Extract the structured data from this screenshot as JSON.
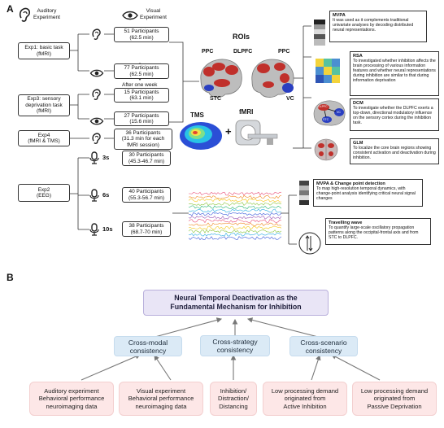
{
  "panel_a": {
    "label": "A",
    "auditory_header": "Auditory\nExperiment",
    "visual_header": "Visual\nExperiment",
    "rois_title": "ROIs",
    "roi_labels": {
      "ppc_left": "PPC",
      "dlpfc": "DLPFC",
      "ppc_right": "PPC",
      "stc": "STC",
      "vc": "VC"
    },
    "exp1": {
      "label": "Exp1: basic task\n(fMRI)",
      "aud": "51 Participants\n(62.5 min)",
      "vis": "77 Participants\n(62.5 min)"
    },
    "after_week": "After one week",
    "exp3": {
      "label": "Exp3: sensory\ndeprivation task\n(fMRI)",
      "aud": "15 Participants\n(63.1 min)",
      "vis": "27 Participants\n(15.6 min)"
    },
    "exp4": {
      "label": "Exp4\n(fMRI & TMS)",
      "participants": "36 Participants\n(31.3 min for each\nfMRI session)",
      "tms": "TMS",
      "fmri": "fMRI",
      "plus": "+"
    },
    "exp2": {
      "label": "Exp2\n(EEG)",
      "rows": [
        {
          "dur": "3s",
          "participants": "30 Participants\n(45.3-46.7 min)"
        },
        {
          "dur": "6s",
          "participants": "40 Participants\n(55.3-56.7 min)"
        },
        {
          "dur": "10s",
          "participants": "38 Participants\n(68.7-70 min)"
        }
      ]
    },
    "analyses": [
      {
        "title": "MVPA",
        "text": "It was used as it complements traditional univariate analyses by decoding distributed neural representations."
      },
      {
        "title": "RSA",
        "text": "To investigated whether inhibition affects the brain processing of various information features and whether neural representations during inhibition are similar to that during information deprivation"
      },
      {
        "title": "DCM",
        "text": "To investigate whether the DLPFC exerts a top-down, directional modulatory influence on the sensory cortex during the inhibition task."
      },
      {
        "title": "GLM",
        "text": "To localize the core brain regions showing consistent activation and deactivation during inhibition."
      },
      {
        "title": "MVPA & Change point detection",
        "text": "To map high-resolution temporal dynamics, with change-point analysis identifying critical neural signal changes"
      },
      {
        "title": "Travelling wave",
        "text": "To quantify large-scale oscillatory propagation patterns along the occipital-frontal axis and from STC to DLPFC."
      }
    ],
    "dcm_labels": {
      "dlpfc": "DLPFC",
      "vc": "VC",
      "stc": "STC"
    },
    "colors": {
      "roi_red": "#c0302b",
      "roi_blue": "#2a3fc1"
    }
  },
  "panel_b": {
    "label": "B",
    "top": "Neural Temporal Deactivation as the\nFundamental Mechanism for Inhibition",
    "mid": [
      "Cross-modal\nconsistency",
      "Cross-strategy\nconsistency",
      "Cross-scenario\nconsistency"
    ],
    "bottom": [
      "Auditory experiment\nBehavioral performance\nneuroimaging data",
      "Visual experiment\nBehavioral performance\nneuroimaging data",
      "Inhibition/\nDistraction/\nDistancing",
      "Low processing demand\noriginated from\nActive Inhibition",
      "Low processing demand\noriginated from\nPassive Deprivation"
    ],
    "colors": {
      "top_bg": "#e9e5f6",
      "mid_bg": "#dbeaf6",
      "bottom_bg": "#fde7e7"
    }
  }
}
